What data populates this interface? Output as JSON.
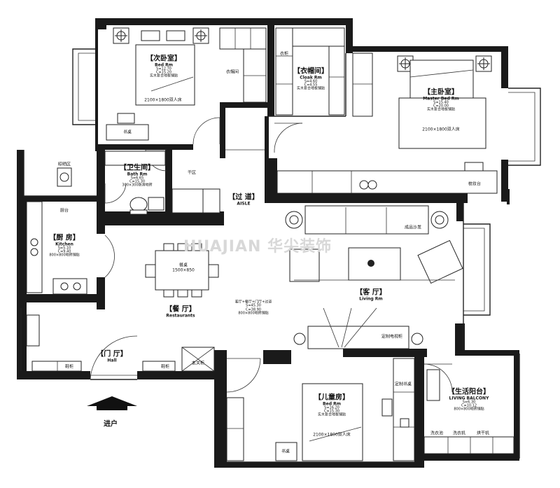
{
  "rooms": {
    "second_bedroom": {
      "name_cn": "【次卧室】",
      "name_en": "Bed Rm",
      "area": "S=12.70",
      "perimeter": "C=15.20",
      "note": "实木复合地板铺贴"
    },
    "cloakroom": {
      "name_cn": "【衣帽间】",
      "name_en": "Cloak Rm",
      "area": "S=4.60",
      "perimeter": "C=4.55",
      "note": "实木复合地板铺贴"
    },
    "master_bedroom": {
      "name_cn": "【主卧室】",
      "name_en": "Master Bed Rm",
      "area": "S=15.40",
      "perimeter": "C=20.00",
      "note": "实木复合地板铺贴"
    },
    "bathroom": {
      "name_cn": "【卫生间】",
      "name_en": "Bath Rm",
      "area": "S=6.65",
      "perimeter": "C=15.30",
      "note": "300×300防滑地砖"
    },
    "aisle": {
      "name_cn": "【过 道】",
      "name_en": "AISLE"
    },
    "kitchen": {
      "name_cn": "【厨 房】",
      "name_en": "Kitchen",
      "area": "S=5.10",
      "perimeter": "C=9.40",
      "note": "800×800地砖铺贴"
    },
    "dining": {
      "name_cn": "【餐 厅】",
      "name_en": "Restaurants"
    },
    "living": {
      "name_cn": "【客 厅】",
      "name_en": "Living Rm"
    },
    "public_zone": {
      "title": "客厅+餐厅+门厅+过道",
      "area": "S=45.30",
      "perimeter": "C=38.90",
      "note": "800×800地砖铺贴"
    },
    "hall": {
      "name_cn": "【门 厅】",
      "name_en": "Hall"
    },
    "children_room": {
      "name_cn": "【儿童房】",
      "name_en": "Bed Rm",
      "area": "S=16.20",
      "perimeter": "C=15.30",
      "note": "实木复合地板铺贴"
    },
    "living_balcony": {
      "name_cn": "【生活阳台】",
      "name_en": "LIVING BALCONY",
      "area": "S=6.30",
      "perimeter": "C=10.12",
      "note": "800×800地砖铺贴"
    }
  },
  "small_labels": {
    "closet_label": "衣帽间",
    "clothes": "衣柜",
    "desk": "书桌",
    "dry_zone": "干区",
    "laundry_zone": "晾晒区",
    "stove": "厨台",
    "dining_table": "餐桌",
    "dining_size": "1500×850",
    "bed_size": "2100×1800双人床",
    "dresser": "梳妆台",
    "tv_cabinet": "定制电视柜",
    "sofa_label": "成品沙发",
    "shoe_cabinet": "鞋柜",
    "entry_cabinet": "玄关柜",
    "washer": "洗衣机",
    "dryer": "烘干机",
    "sink": "洗衣池",
    "window_desk": "定制书桌"
  },
  "entrance": "进户",
  "watermark": "HUAJIAN 华尖装饰"
}
